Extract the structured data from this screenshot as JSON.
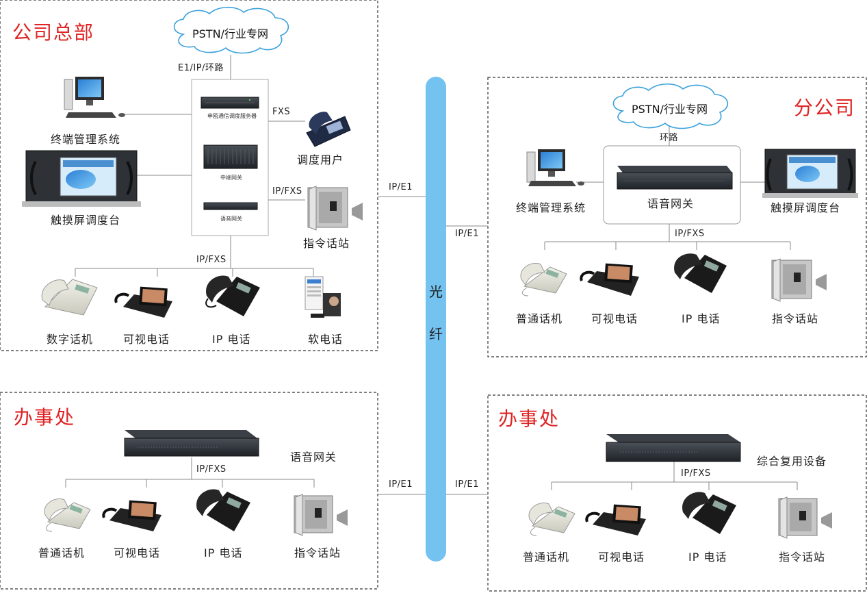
{
  "colors": {
    "region_title": "#e02323",
    "fiber": "#73c2f0",
    "cloud_stroke": "#3aa0dc",
    "line": "#888888"
  },
  "hq": {
    "title": "公司总部",
    "cloud": "PSTN/行业专网",
    "uplink": "E1/IP/环路",
    "server": "申瓯通信调度服务器",
    "trunk_gw": "中继网关",
    "voice_gw": "语音网关",
    "fxs": "FXS",
    "ipfxs_right": "IP/FXS",
    "ipfxs_bottom": "IP/FXS",
    "terminal_mgmt": "终端管理系统",
    "touch_console": "触摸屏调度台",
    "dispatch_user": "调度用户",
    "intercom": "指令话站",
    "digital_phone": "数字话机",
    "video_phone": "可视电话",
    "ip_phone": "IP 电话",
    "soft_phone": "软电话"
  },
  "fiber": {
    "label_top": "光",
    "label_bottom": "纤",
    "link_hq": "IP/E1",
    "link_branch": "IP/E1",
    "link_office_left": "IP/E1",
    "link_office_right": "IP/E1"
  },
  "branch": {
    "title": "分公司",
    "cloud": "PSTN/行业专网",
    "uplink": "环路",
    "voice_gw": "语音网关",
    "terminal_mgmt": "终端管理系统",
    "touch_console": "触摸屏调度台",
    "ipfxs": "IP/FXS",
    "normal_phone": "普通话机",
    "video_phone": "可视电话",
    "ip_phone": "IP 电话",
    "intercom": "指令话站"
  },
  "office_left": {
    "title": "办事处",
    "device": "语音网关",
    "ipfxs": "IP/FXS",
    "normal_phone": "普通话机",
    "video_phone": "可视电话",
    "ip_phone": "IP 电话",
    "intercom": "指令话站"
  },
  "office_right": {
    "title": "办事处",
    "device": "综合复用设备",
    "ipfxs": "IP/FXS",
    "normal_phone": "普通话机",
    "video_phone": "可视电话",
    "ip_phone": "IP 电话",
    "intercom": "指令话站"
  }
}
